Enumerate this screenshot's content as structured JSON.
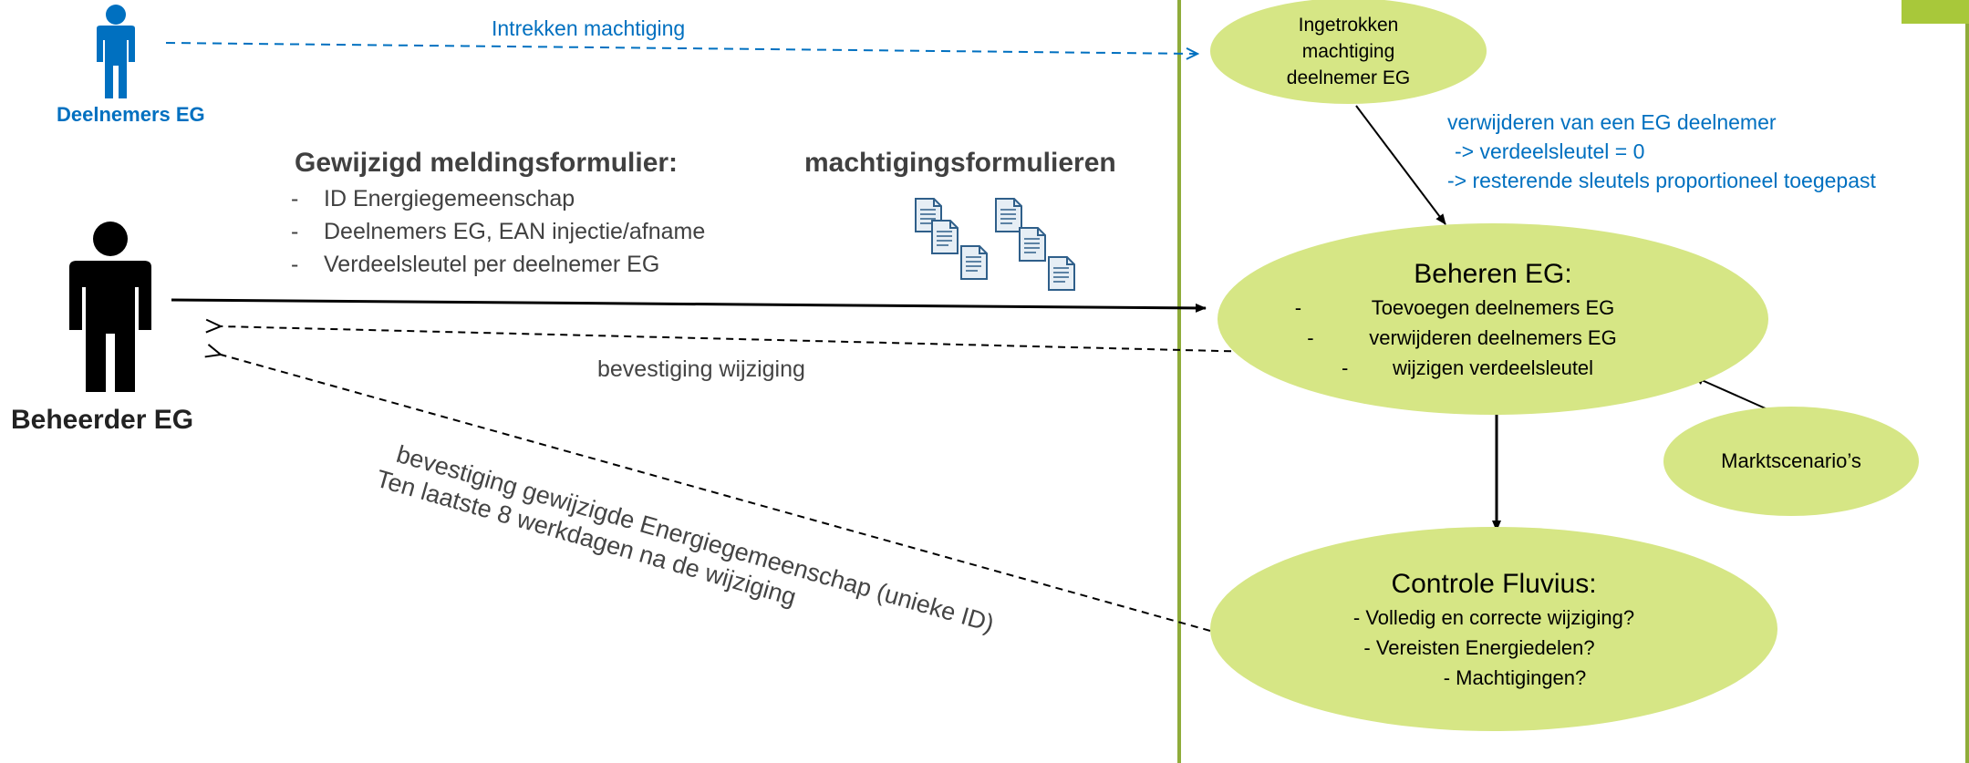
{
  "actors": {
    "deelnemers": "Deelnemers EG",
    "beheerder": "Beheerder EG"
  },
  "arrows": {
    "intrekken": "Intrekken machtiging",
    "bevestiging_wijziging": "bevestiging wijziging",
    "bevestiging_gewijzigd_1": "bevestiging gewijzigde Energiegemeenschap (unieke ID)",
    "bevestiging_gewijzigd_2": "Ten laatste 8 werkdagen na de wijziging"
  },
  "form": {
    "title": "Gewijzigd meldingsformulier:",
    "items": [
      "ID Energiegemeenschap",
      "Deelnemers EG, EAN injectie/afname",
      "Verdeelsleutel per deelnemer EG"
    ]
  },
  "machtiging_label": "machtigingsformulieren",
  "notes": {
    "line1": "verwijderen van een EG deelnemer",
    "line2": "-> verdeelsleutel = 0",
    "line3": "-> resterende sleutels proportioneel toegepast"
  },
  "ellipses": {
    "ingetrokken": {
      "line1": "Ingetrokken",
      "line2": "machtiging",
      "line3": "deelnemer EG"
    },
    "beheren": {
      "title": "Beheren EG:",
      "items": [
        "Toevoegen deelnemers EG",
        "verwijderen deelnemers EG",
        "wijzigen verdeelsleutel"
      ]
    },
    "markt": "Marktscenario’s",
    "controle": {
      "title": "Controle Fluvius:",
      "items": [
        "- Volledig en correcte wijziging?",
        "- Vereisten Energiedelen?",
        "- Machtigingen?"
      ]
    }
  },
  "colors": {
    "ellipse_fill": "#d6e685",
    "frame": "#8fac3a",
    "corner_tab": "#a8c83a",
    "blue_text": "#0070c0",
    "person_blue": "#0070c0",
    "person_black": "#000000"
  }
}
